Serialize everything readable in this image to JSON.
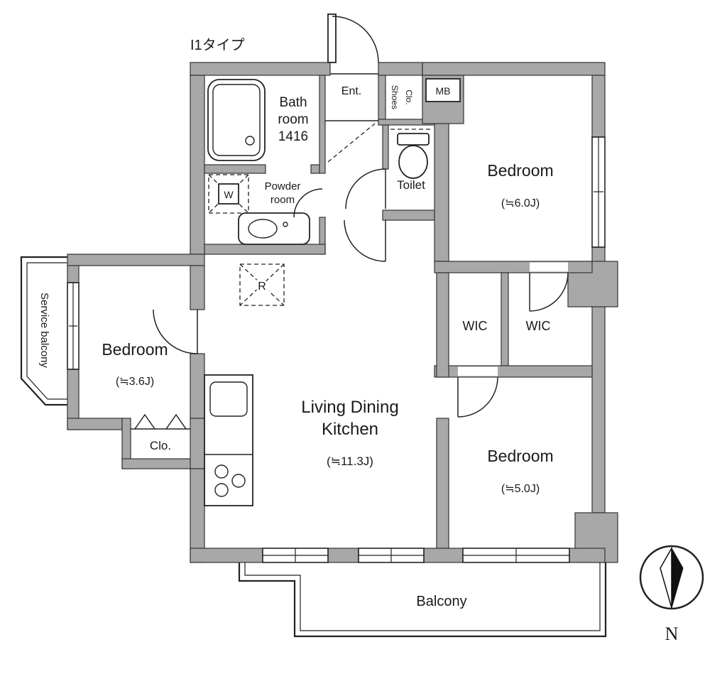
{
  "title": "I1タイプ",
  "colors": {
    "wall": "#a8a8a8",
    "line": "#222222",
    "background": "#ffffff"
  },
  "rooms": {
    "bathroom": {
      "line1": "Bath",
      "line2": "room",
      "line3": "1416"
    },
    "entrance": {
      "label": "Ent."
    },
    "shoes_closet": {
      "line1": "Shoes",
      "line2": "Clo."
    },
    "meter_box": {
      "label": "MB"
    },
    "toilet": {
      "label": "Toilet"
    },
    "powder_room": {
      "line1": "Powder",
      "line2": "room"
    },
    "washer": {
      "label": "W"
    },
    "refrigerator": {
      "label": "R"
    },
    "bedroom_ne": {
      "label": "Bedroom",
      "size": "(≒6.0J)"
    },
    "bedroom_w": {
      "label": "Bedroom",
      "size": "(≒3.6J)"
    },
    "bedroom_se": {
      "label": "Bedroom",
      "size": "(≒5.0J)"
    },
    "closet": {
      "label": "Clo."
    },
    "wic_left": {
      "label": "WIC"
    },
    "wic_right": {
      "label": "WIC"
    },
    "ldk": {
      "line1": "Living Dining",
      "line2": "Kitchen",
      "size": "(≒11.3J)"
    },
    "service_balcony": {
      "label": "Service balcony"
    },
    "balcony": {
      "label": "Balcony"
    }
  },
  "compass": {
    "label": "N"
  }
}
